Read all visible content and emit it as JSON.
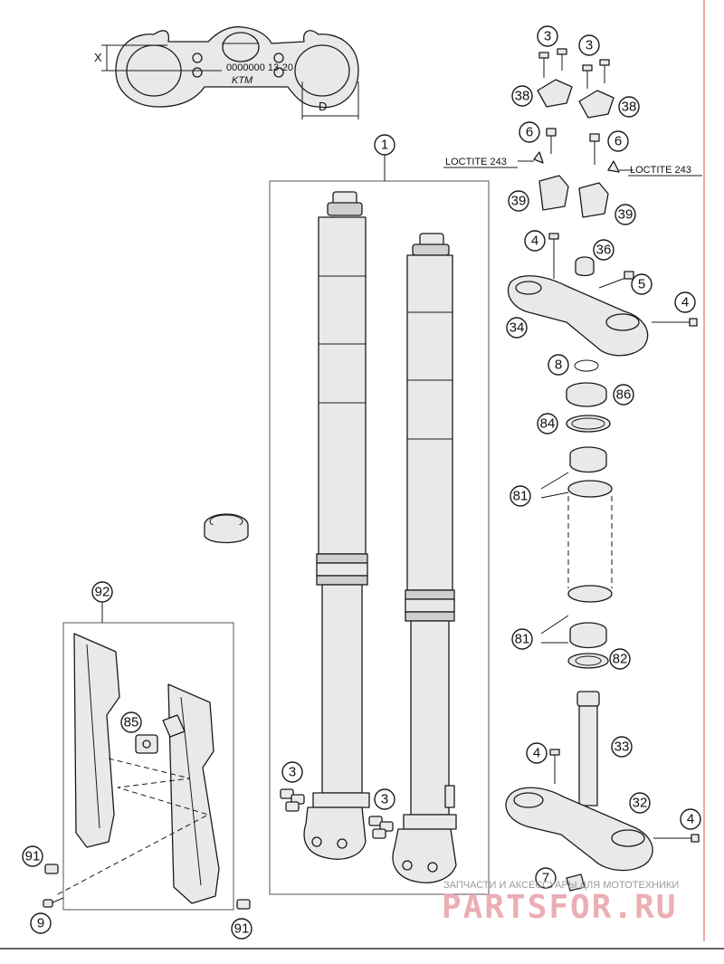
{
  "dimensions": {
    "x_label": "X",
    "d_label": "D"
  },
  "notes": {
    "loctite_left": "LOCTITE 243",
    "loctite_right": "LOCTITE 243"
  },
  "callouts": [
    {
      "id": "c1",
      "text": "1"
    },
    {
      "id": "c3a",
      "text": "3"
    },
    {
      "id": "c3b",
      "text": "3"
    },
    {
      "id": "c38a",
      "text": "38"
    },
    {
      "id": "c38b",
      "text": "38"
    },
    {
      "id": "c6a",
      "text": "6"
    },
    {
      "id": "c6b",
      "text": "6"
    },
    {
      "id": "c39a",
      "text": "39"
    },
    {
      "id": "c39b",
      "text": "39"
    },
    {
      "id": "c4a",
      "text": "4"
    },
    {
      "id": "c36",
      "text": "36"
    },
    {
      "id": "c5",
      "text": "5"
    },
    {
      "id": "c4b",
      "text": "4"
    },
    {
      "id": "c34",
      "text": "34"
    },
    {
      "id": "c8",
      "text": "8"
    },
    {
      "id": "c86",
      "text": "86"
    },
    {
      "id": "c84",
      "text": "84"
    },
    {
      "id": "c81a",
      "text": "81"
    },
    {
      "id": "c81b",
      "text": "81"
    },
    {
      "id": "c82",
      "text": "82"
    },
    {
      "id": "c4c",
      "text": "4"
    },
    {
      "id": "c33",
      "text": "33"
    },
    {
      "id": "c32",
      "text": "32"
    },
    {
      "id": "c4d",
      "text": "4"
    },
    {
      "id": "c7",
      "text": "7"
    },
    {
      "id": "c92",
      "text": "92"
    },
    {
      "id": "c85",
      "text": "85"
    },
    {
      "id": "c91a",
      "text": "91"
    },
    {
      "id": "c91b",
      "text": "91"
    },
    {
      "id": "c9",
      "text": "9"
    },
    {
      "id": "c3c",
      "text": "3"
    },
    {
      "id": "c3d",
      "text": "3"
    }
  ],
  "watermark": {
    "tagline": "ЗАПЧАСТИ И АКСЕССУАРЫ ДЛЯ МОТОТЕХНИКИ",
    "brand": "PARTSFOR.RU"
  },
  "colors": {
    "watermark_brand": "#e8a0a6",
    "margin_line": "#e05050"
  }
}
